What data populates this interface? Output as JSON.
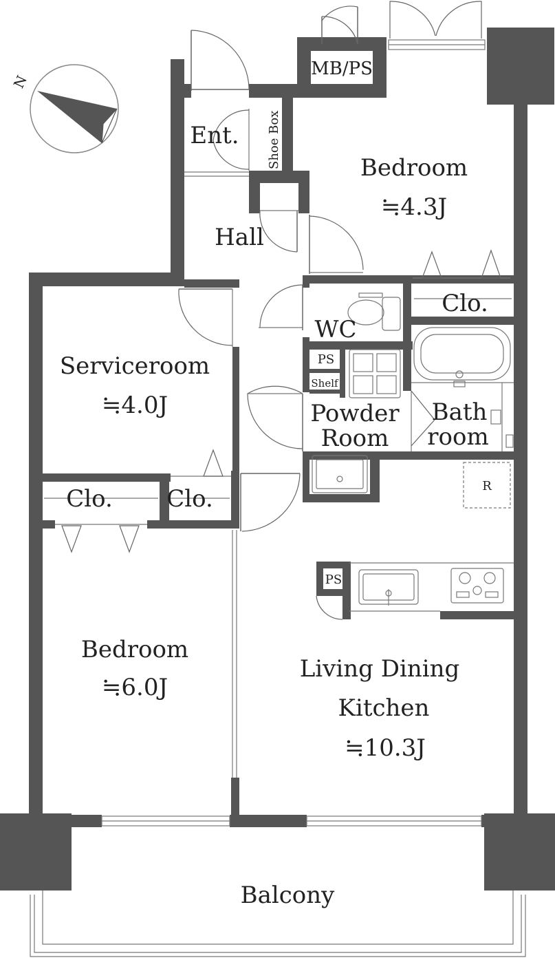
{
  "rooms": {
    "bedroom_top": {
      "name": "Bedroom",
      "size": "≒4.3J"
    },
    "serviceroom": {
      "name": "Serviceroom",
      "size": "≒4.0J"
    },
    "bedroom_left": {
      "name": "Bedroom",
      "size": "≒6.0J"
    },
    "ldk": {
      "line1": "Living Dining",
      "line2": "Kitchen",
      "size": "≒10.3J"
    },
    "entrance": "Ent.",
    "shoebox": "Shoe Box",
    "mbps": "MB/PS",
    "hall": "Hall",
    "wc": "WC",
    "ps1": "PS",
    "shelf": "Shelf",
    "powder": {
      "line1": "Powder",
      "line2": "Room"
    },
    "bath": {
      "line1": "Bath",
      "line2": "room"
    },
    "closet_top": "Clo.",
    "closet_left1": "Clo.",
    "closet_left2": "Clo.",
    "fridge": "R",
    "ps2": "PS",
    "balcony": "Balcony"
  },
  "compass": {
    "label": "N"
  },
  "colors": {
    "wall": "#555555",
    "line": "#777777"
  }
}
